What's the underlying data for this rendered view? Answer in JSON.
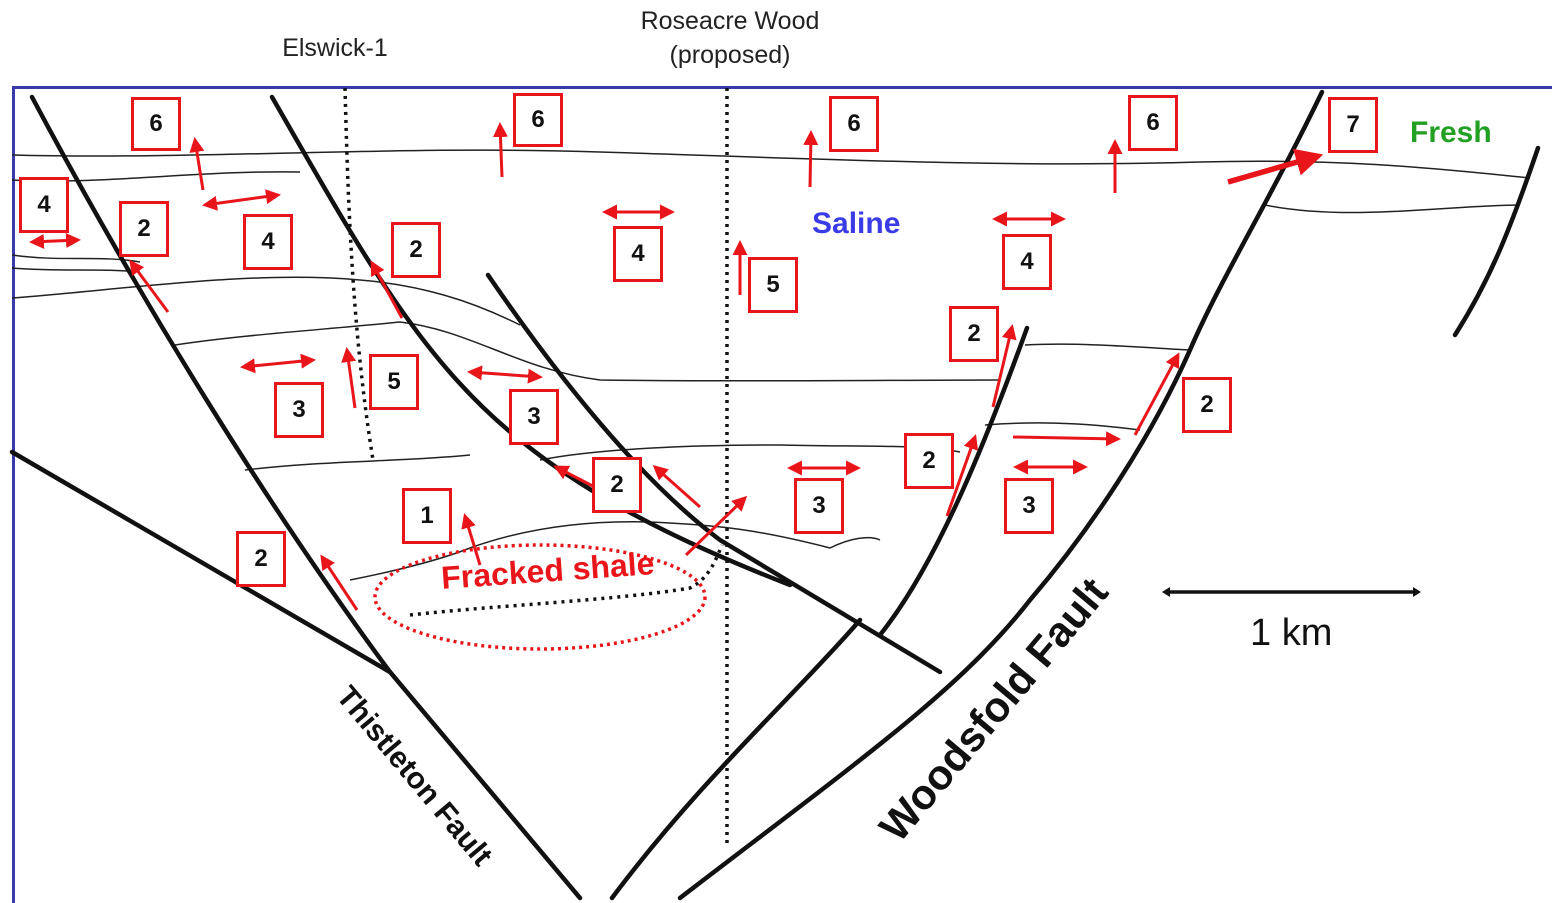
{
  "wells": {
    "elswick": "Elswick-1",
    "roseacre_line1": "Roseacre Wood",
    "roseacre_line2": "(proposed)"
  },
  "fluids": {
    "saline": "Saline",
    "fresh": "Fresh"
  },
  "faults": {
    "thistleton": "Thistleton Fault",
    "woodsfold": "Woodsfold Fault"
  },
  "shale_label": "Fracked shale",
  "scale_label": "1 km",
  "colors": {
    "arrow": "#e8161b",
    "saline": "#3a3ae6",
    "fresh": "#22a024",
    "frame": "#3a3aa8"
  },
  "zones": [
    "6",
    "6",
    "6",
    "6",
    "7",
    "4",
    "2",
    "4",
    "2",
    "4",
    "5",
    "4",
    "2",
    "3",
    "5",
    "3",
    "2",
    "2",
    "3",
    "2",
    "3",
    "1",
    "2"
  ]
}
